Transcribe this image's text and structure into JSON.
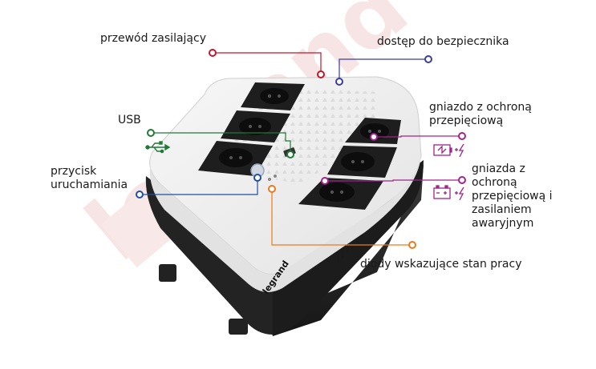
{
  "labels": {
    "power_cord": "przewód zasilający",
    "safety_fuse": "dostęp do bezpiecznika",
    "usb": "USB",
    "power_button": [
      "przycisk",
      "uruchamiania"
    ],
    "surge_socket": [
      "gniazdo z ochroną",
      "przepięciową"
    ],
    "ups_sockets": [
      "gniazda z",
      "ochroną",
      "przepięciową i",
      "zasilaniem",
      "awaryjnym"
    ],
    "status_leds": "diody wskazujące stan pracy"
  },
  "brand": {
    "device_logo": "legrand",
    "watermark": "legrand"
  },
  "colors": {
    "power_cord": "#c0182a",
    "safety_fuse": "#3b3e9a",
    "usb": "#1e7a34",
    "power_button": "#1f4fa3",
    "surge_socket": "#a0248c",
    "ups_sockets": "#a0248c",
    "status_leds": "#ec7a1c",
    "watermark": "#f4d6d6"
  },
  "icons": {
    "usb": "usb-icon",
    "surge": "surge-protection-icon",
    "battery": "battery-backup-icon"
  }
}
